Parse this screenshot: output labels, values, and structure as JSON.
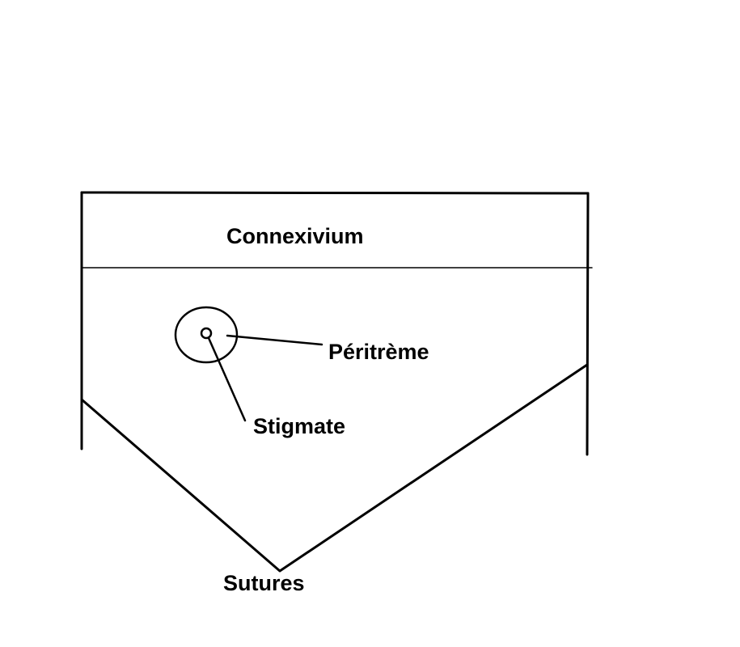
{
  "labels": {
    "connexivium": "Connexivium",
    "peritreme": "Péritrème",
    "stigmate": "Stigmate",
    "sutures": "Sutures"
  },
  "colors": {
    "line": "#000000",
    "background": "#ffffff"
  }
}
